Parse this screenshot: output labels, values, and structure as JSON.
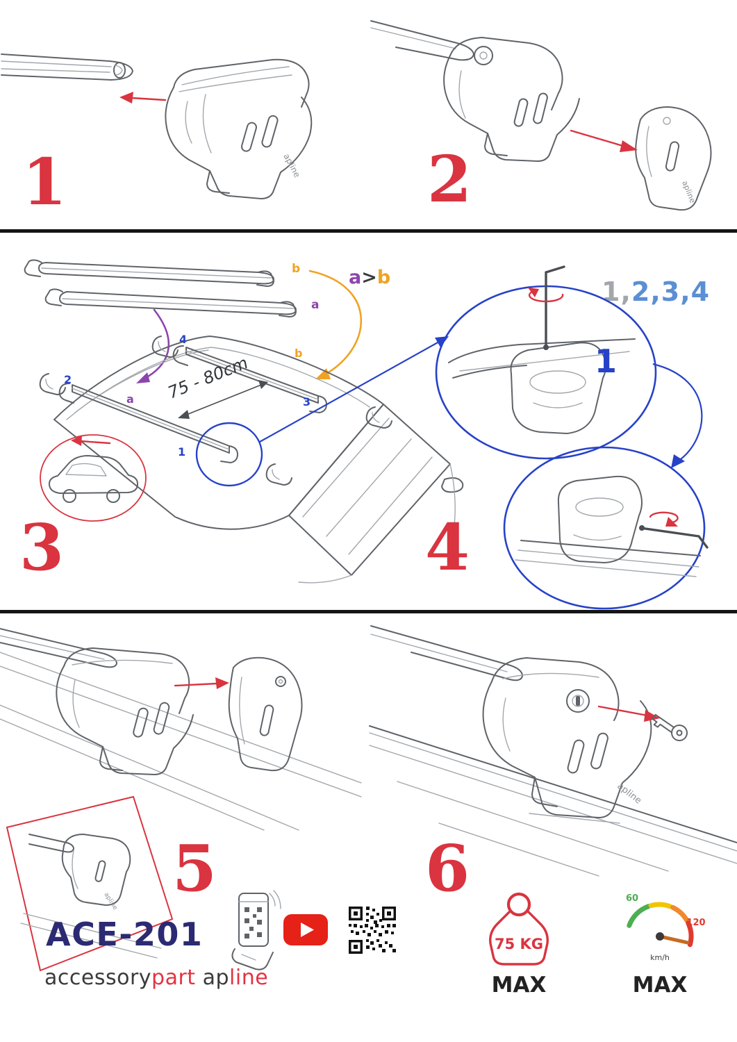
{
  "steps": {
    "s1": "1",
    "s2": "2",
    "s3": "3",
    "s4": "4",
    "s5": "5",
    "s6": "6"
  },
  "assembly": {
    "bar_label_a": "a",
    "bar_label_b": "b",
    "compare_a": "a",
    "compare_gt": ">",
    "compare_b": "b",
    "sequence_gray": "1,",
    "sequence_blue": "2,3,4",
    "detail_step": "1",
    "distance": "75 - 80cm",
    "pos1": "1",
    "pos2": "2",
    "pos3": "3",
    "pos4": "4",
    "roof_a": "a",
    "roof_b": "b"
  },
  "branding": {
    "model": "ACE-201",
    "brand_accessory": "accessory",
    "brand_part": "part",
    "brand_ap": "ap",
    "brand_line": "line",
    "product_logo": "apline"
  },
  "limits": {
    "weight_value": "75 KG",
    "weight_max": "MAX",
    "speed_low": "60",
    "speed_high": "120",
    "speed_unit": "km/h",
    "speed_max": "MAX"
  },
  "colors": {
    "step_red": "#d93440",
    "detail_blue": "#2742c8",
    "sequence_blue": "#5b8fd4",
    "orange": "#f0a322",
    "purple": "#8e44ad",
    "navy": "#2b2a72",
    "brand_red": "#e23442",
    "youtube_red": "#e62117",
    "gauge_green": "#4caf50",
    "gauge_red": "#e03a2f",
    "sketch_gray": "#5f6368"
  },
  "icons": {
    "phone_scan": "phone-qr-scan",
    "youtube": "youtube-play",
    "qr": "qr-code",
    "weight": "weight-limit-75kg",
    "speedometer": "speed-limit-gauge",
    "key": "lock-key",
    "allen_key": "allen-key"
  }
}
